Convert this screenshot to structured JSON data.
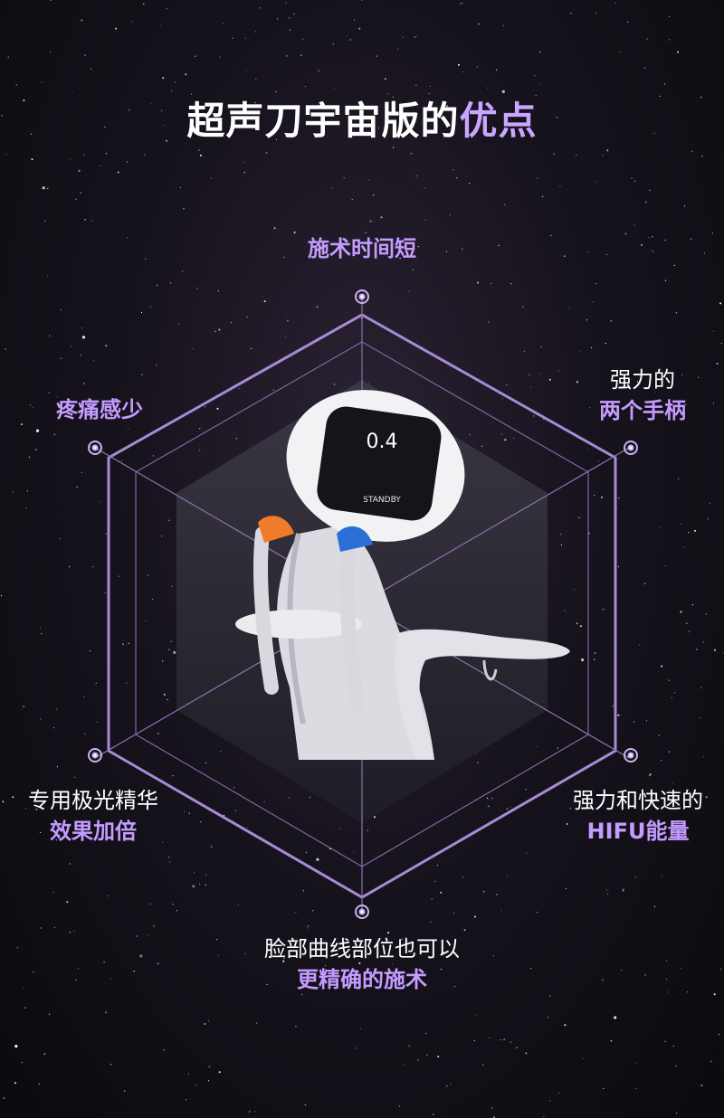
{
  "title": {
    "main": "超声刀宇宙版的",
    "accent": "优点"
  },
  "features": {
    "top": {
      "highlight": "施术时间短"
    },
    "upper_left": {
      "highlight": "疼痛感少"
    },
    "upper_right": {
      "line1": "强力的",
      "highlight": "两个手柄"
    },
    "lower_left": {
      "line1": "专用极光精华",
      "highlight": "效果加倍"
    },
    "lower_right": {
      "line1": "强力和快速的",
      "highlight": "HIFU能量"
    },
    "bottom": {
      "line1": "脸部曲线部位也可以",
      "highlight": "更精确的施术"
    }
  },
  "device_screen": {
    "value": "0.4",
    "status": "STANDBY"
  },
  "colors": {
    "accent": "#c59bff",
    "line": "#a98ad6",
    "background": "#17131d"
  }
}
